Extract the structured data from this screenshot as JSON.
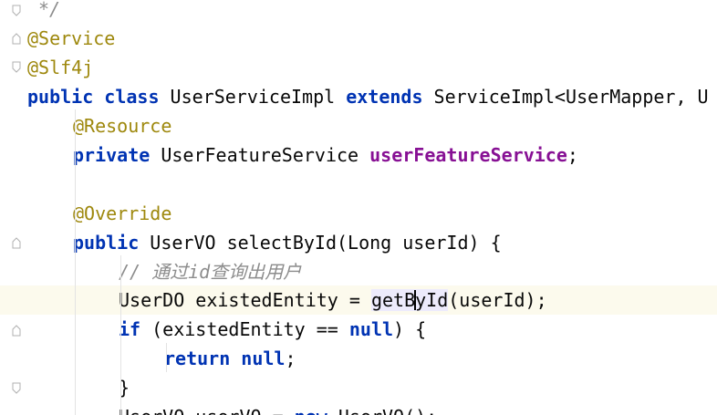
{
  "editor": {
    "language": "Java",
    "colors": {
      "keyword": "#0033b3",
      "annotation": "#9e880d",
      "field": "#871094",
      "comment": "#8c8c8c",
      "current_line": "#fcfaed"
    },
    "lines": [
      {
        "id": "l0",
        "tokens": [
          {
            "t": "*/",
            "c": "cmt-plain"
          }
        ]
      },
      {
        "id": "l1",
        "tokens": [
          {
            "t": "@Service",
            "c": "ann"
          }
        ]
      },
      {
        "id": "l2",
        "tokens": [
          {
            "t": "@Slf4j",
            "c": "ann"
          }
        ]
      },
      {
        "id": "l3",
        "tokens": [
          {
            "t": "public",
            "c": "kw"
          },
          {
            "t": " ",
            "c": "plain"
          },
          {
            "t": "class",
            "c": "kw"
          },
          {
            "t": " UserServiceImpl ",
            "c": "plain"
          },
          {
            "t": "extends",
            "c": "kw"
          },
          {
            "t": " ServiceImpl<UserMapper, U",
            "c": "plain"
          }
        ]
      },
      {
        "id": "l4",
        "tokens": [
          {
            "t": "@Resource",
            "c": "ann"
          }
        ]
      },
      {
        "id": "l5",
        "tokens": [
          {
            "t": "private",
            "c": "kw"
          },
          {
            "t": " UserFeatureService ",
            "c": "plain"
          },
          {
            "t": "userFeatureService",
            "c": "field"
          },
          {
            "t": ";",
            "c": "plain"
          }
        ]
      },
      {
        "id": "l6",
        "tokens": []
      },
      {
        "id": "l7",
        "tokens": [
          {
            "t": "@Override",
            "c": "ann"
          }
        ]
      },
      {
        "id": "l8",
        "tokens": [
          {
            "t": "public",
            "c": "kw"
          },
          {
            "t": " UserVO selectById(Long userId) {",
            "c": "plain"
          }
        ]
      },
      {
        "id": "l9",
        "tokens": [
          {
            "t": "// 通过id查询出用户",
            "c": "cmt"
          }
        ]
      },
      {
        "id": "l10",
        "tokens": [
          {
            "t": "UserDO existedEntity = ",
            "c": "plain"
          },
          {
            "t": "getB",
            "c": "hl"
          },
          {
            "t": "|",
            "c": "caret"
          },
          {
            "t": "yId",
            "c": "hl"
          },
          {
            "t": "(userId);",
            "c": "plain"
          }
        ]
      },
      {
        "id": "l11",
        "tokens": [
          {
            "t": "if",
            "c": "kw"
          },
          {
            "t": " (existedEntity == ",
            "c": "plain"
          },
          {
            "t": "null",
            "c": "kw"
          },
          {
            "t": ") {",
            "c": "plain"
          }
        ]
      },
      {
        "id": "l12",
        "tokens": [
          {
            "t": "return",
            "c": "kw"
          },
          {
            "t": " ",
            "c": "plain"
          },
          {
            "t": "null",
            "c": "kw"
          },
          {
            "t": ";",
            "c": "plain"
          }
        ]
      },
      {
        "id": "l13",
        "tokens": [
          {
            "t": "}",
            "c": "plain"
          }
        ]
      },
      {
        "id": "l14",
        "tokens": [
          {
            "t": "UserVO userVO = ",
            "c": "plain"
          },
          {
            "t": "new",
            "c": "kw"
          },
          {
            "t": " UserVO();",
            "c": "plain"
          }
        ]
      }
    ]
  }
}
